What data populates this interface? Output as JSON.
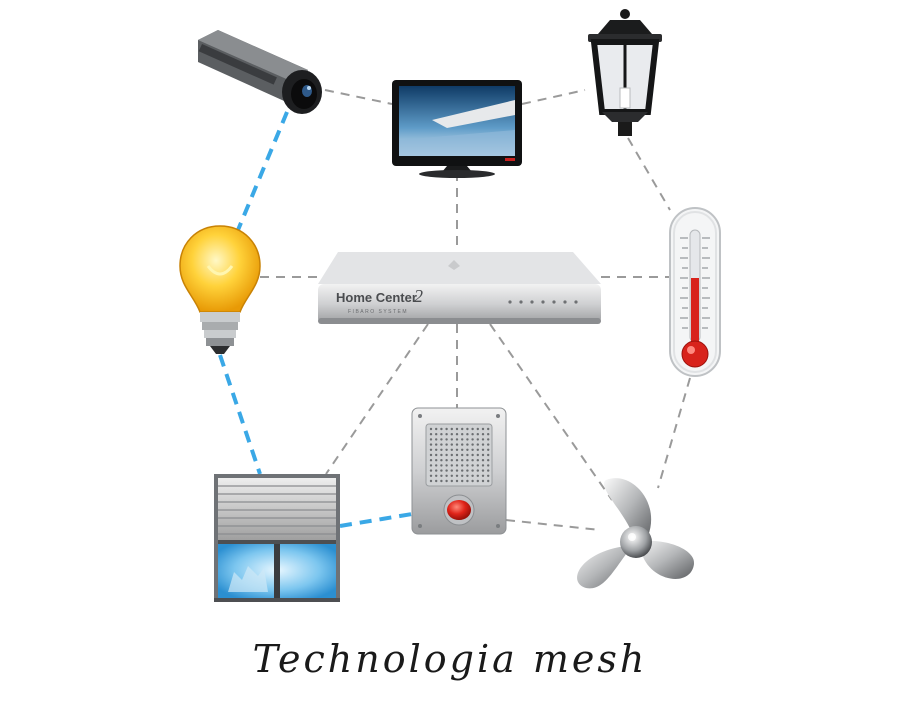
{
  "caption": "Technologia mesh",
  "hub": {
    "brand_line1": "Home Center",
    "brand_num": "2",
    "brand_line2": "FIBARO SYSTEM"
  },
  "nodes": [
    {
      "id": "camera",
      "icon": "security-camera-icon"
    },
    {
      "id": "tv",
      "icon": "television-icon"
    },
    {
      "id": "lamp",
      "icon": "street-lamp-icon"
    },
    {
      "id": "bulb",
      "icon": "light-bulb-icon"
    },
    {
      "id": "hub",
      "icon": "home-center-2-icon"
    },
    {
      "id": "thermometer",
      "icon": "thermometer-icon"
    },
    {
      "id": "blind",
      "icon": "roller-blind-window-icon"
    },
    {
      "id": "intercom",
      "icon": "intercom-panic-button-icon"
    },
    {
      "id": "fan",
      "icon": "fan-icon"
    }
  ],
  "links": [
    {
      "from": "camera",
      "to": "tv",
      "style": "gray"
    },
    {
      "from": "tv",
      "to": "lamp",
      "style": "gray"
    },
    {
      "from": "lamp",
      "to": "thermometer",
      "style": "gray"
    },
    {
      "from": "thermometer",
      "to": "fan",
      "style": "gray"
    },
    {
      "from": "intercom",
      "to": "fan",
      "style": "gray"
    },
    {
      "from": "blind",
      "to": "intercom",
      "style": "blue"
    },
    {
      "from": "bulb",
      "to": "blind",
      "style": "blue"
    },
    {
      "from": "camera",
      "to": "bulb",
      "style": "blue"
    },
    {
      "from": "tv",
      "to": "hub",
      "style": "gray"
    },
    {
      "from": "bulb",
      "to": "hub",
      "style": "gray"
    },
    {
      "from": "hub",
      "to": "thermometer",
      "style": "gray"
    },
    {
      "from": "hub",
      "to": "blind",
      "style": "gray"
    },
    {
      "from": "hub",
      "to": "intercom",
      "style": "gray"
    },
    {
      "from": "hub",
      "to": "fan",
      "style": "gray"
    }
  ],
  "colors": {
    "gray_link": "#9a9a9a",
    "blue_link": "#3aa8e6",
    "text": "#1a1a1a"
  }
}
